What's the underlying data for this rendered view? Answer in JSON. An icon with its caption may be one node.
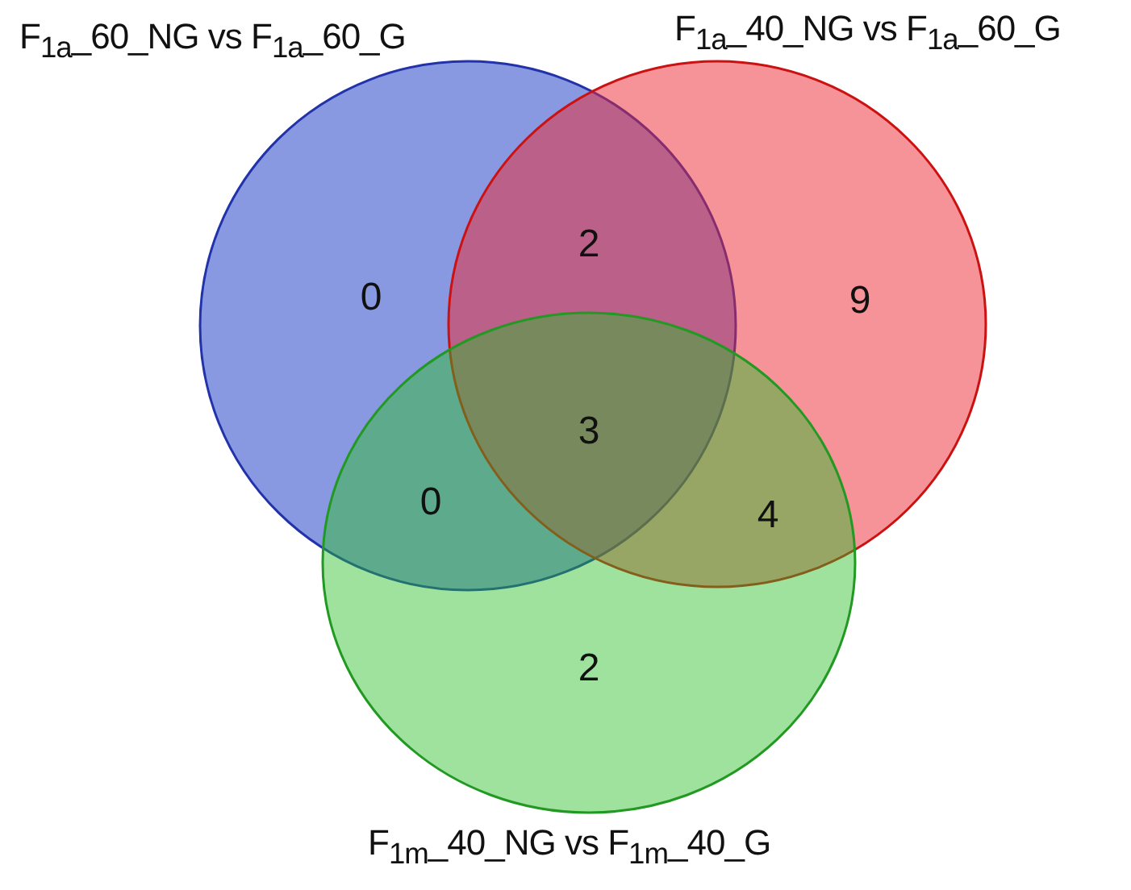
{
  "diagram": {
    "nodes": [
      {
        "text": [
          "F$_{1a}$_60_NG vs F$_{1a}$_60_G"
        ]
      },
      {
        "text": [
          "F$_{1a}$_40_NG vs F$_{1a}$_60_G"
        ]
      },
      {
        "text": [
          "F$_{1m}$_40_NG vs F$_{1m}$_40_G"
        ]
      }
    ],
    "labels": [
      "0",
      "2",
      "9",
      "3",
      "0",
      "4",
      "2"
    ]
  }
}
